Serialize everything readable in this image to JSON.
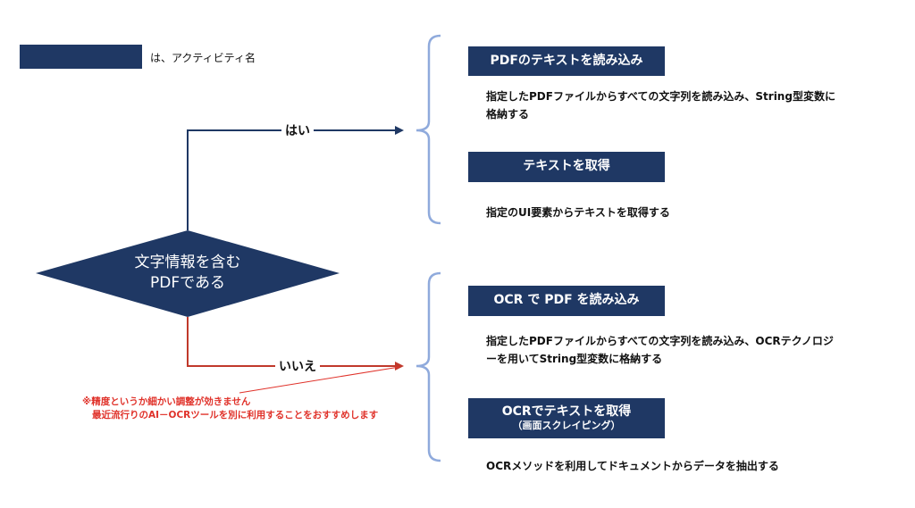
{
  "legend": {
    "text": "は、アクティビティ名"
  },
  "decision": {
    "line1": "文字情報を含む",
    "line2": "PDFである"
  },
  "yes_label": "はい",
  "no_label": "いいえ",
  "note": {
    "line1": "※精度というか細かい調整が効きません",
    "line2": "最近流行りのAI－OCRツールを別に利用することをおすすめします"
  },
  "activities": [
    {
      "title": "PDFのテキストを読み込み",
      "subtitle": "",
      "desc": "指定したPDFファイルからすべての文字列を読み込み、String型変数に格納する"
    },
    {
      "title": "テキストを取得",
      "subtitle": "",
      "desc": "指定のUI要素からテキストを取得する"
    },
    {
      "title": "OCR で PDF を読み込み",
      "subtitle": "",
      "desc": "指定したPDFファイルからすべての文字列を読み込み、OCRテクノロジーを用いてString型変数に格納する"
    },
    {
      "title": "OCRでテキストを取得",
      "subtitle": "（画面スクレイピング）",
      "desc": "OCRメソッドを利用してドキュメントからデータを抽出する"
    }
  ],
  "colors": {
    "box": "#1f3864",
    "yes_line": "#1f3864",
    "no_line": "#c0392b",
    "bracket": "#8faadc",
    "note": "#e0322a"
  }
}
